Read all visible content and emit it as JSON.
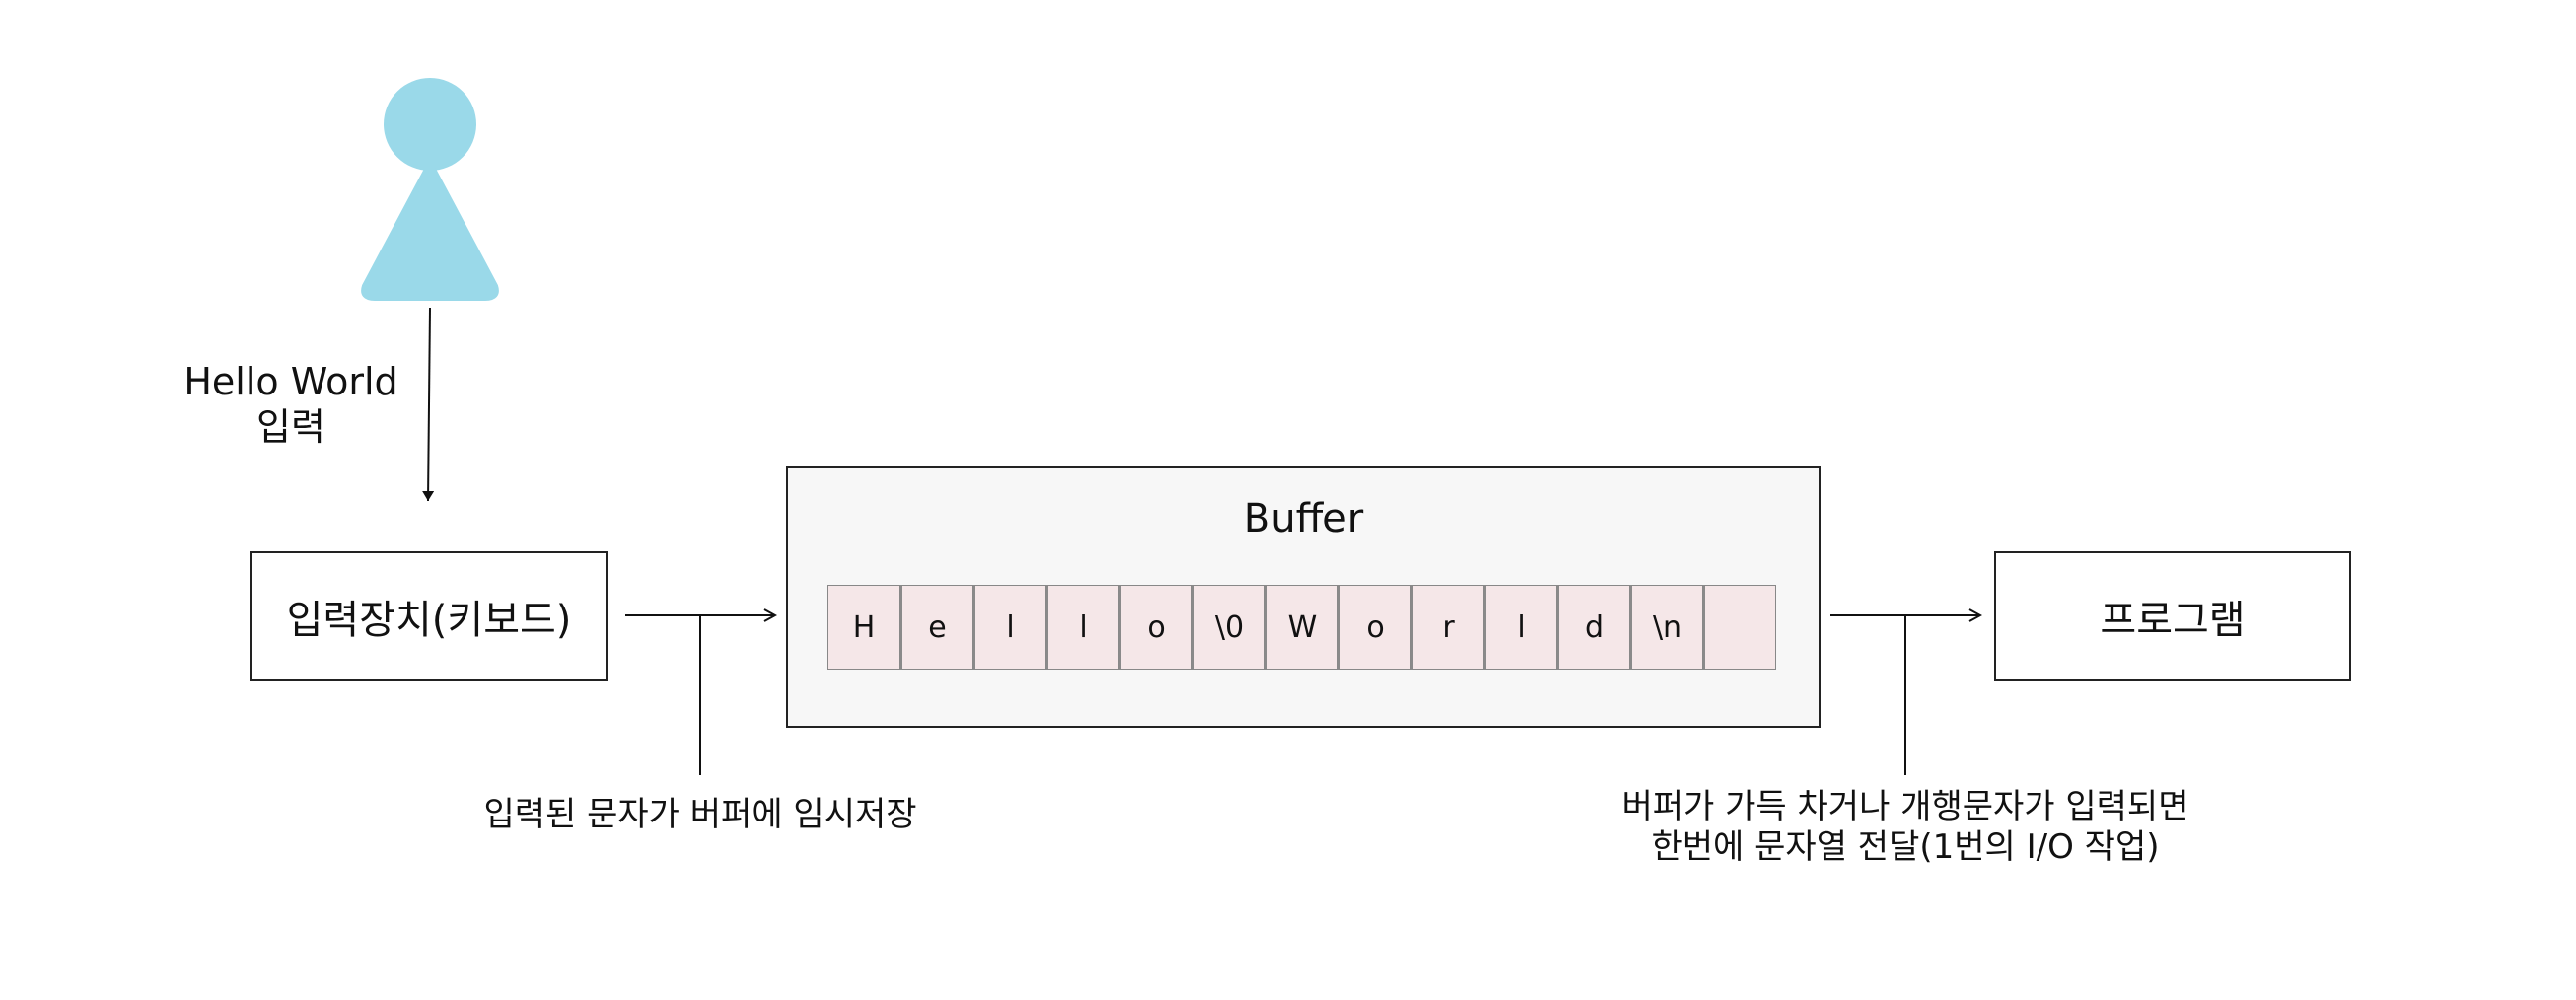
{
  "user": {
    "input_line1": "Hello World",
    "input_line2": "입력"
  },
  "input_device": {
    "label": "입력장치(키보드)"
  },
  "buffer": {
    "title": "Buffer",
    "cells": [
      "H",
      "e",
      "l",
      "l",
      "o",
      "\\0",
      "W",
      "o",
      "r",
      "l",
      "d",
      "\\n",
      ""
    ]
  },
  "program": {
    "label": "프로그램"
  },
  "annotations": {
    "left_note": "입력된 문자가 버퍼에 임시저장",
    "right_note_line1": "버퍼가 가득 차거나 개행문자가 입력되면",
    "right_note_line2": "한번에 문자열 전달(1번의 I/O 작업)"
  },
  "colors": {
    "person": "#9ad9e9",
    "buffer_bg": "#f7f7f7",
    "cell_bg": "#f5e7e8"
  }
}
